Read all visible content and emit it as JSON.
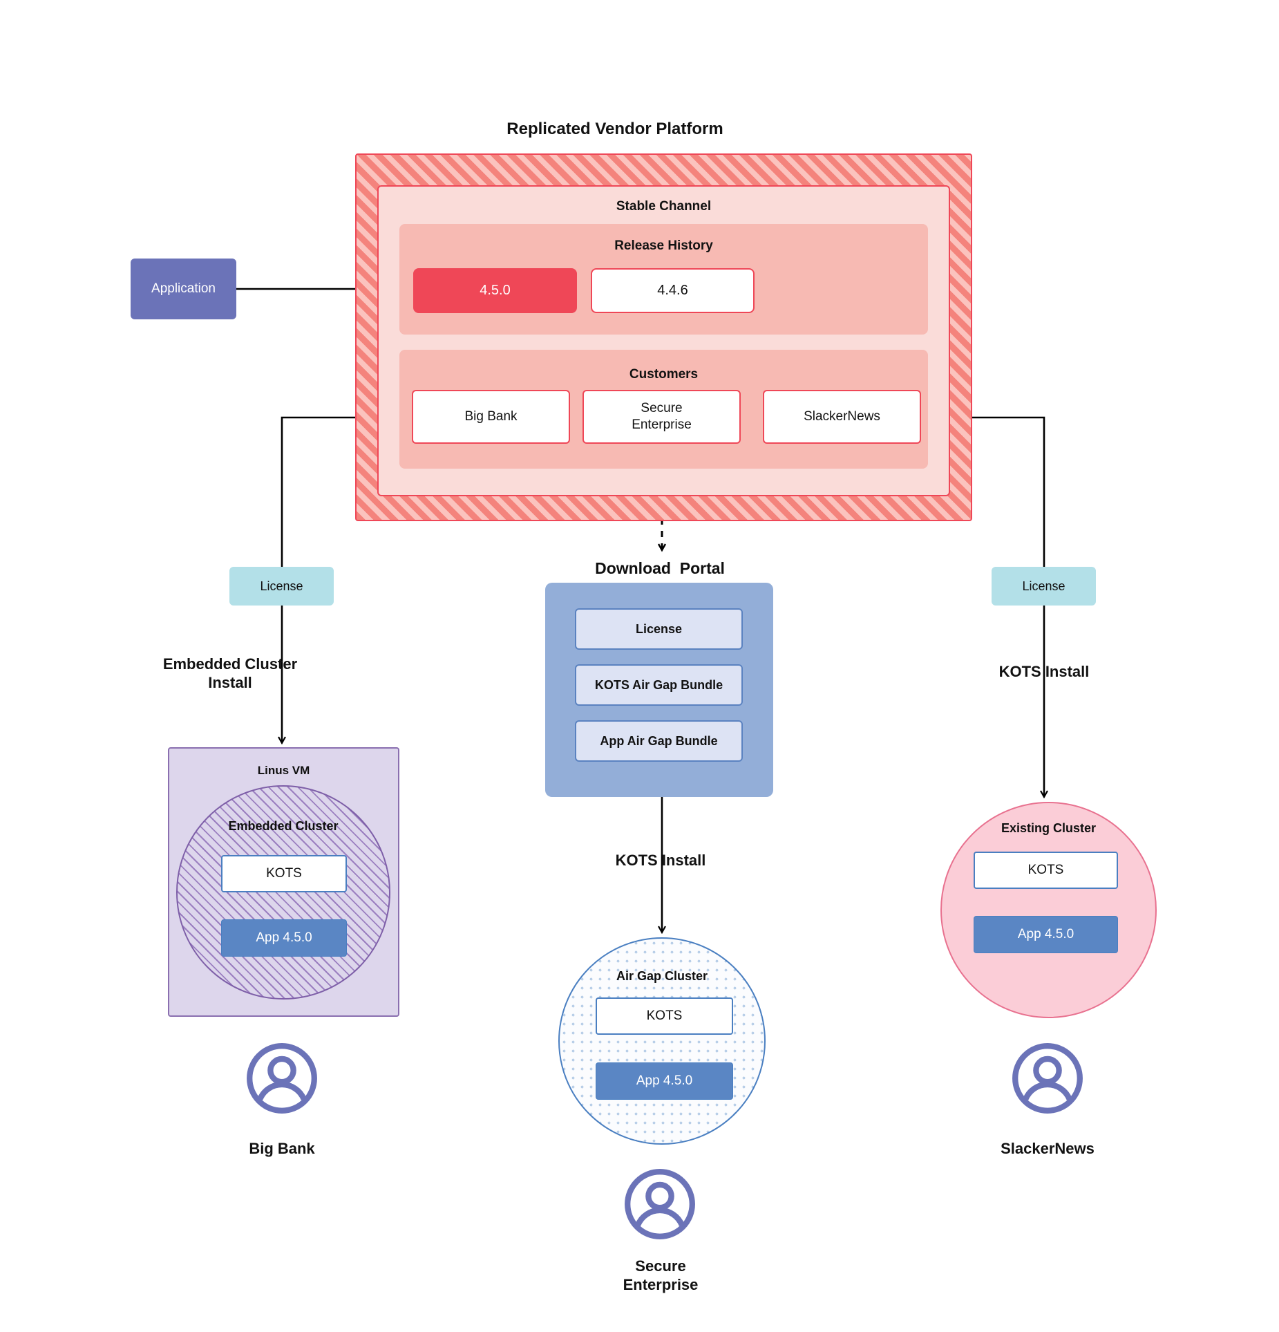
{
  "diagram": {
    "title": "Replicated Vendor Platform",
    "platform": {
      "channel_title": "Stable Channel",
      "release_history": {
        "title": "Release History",
        "releases": [
          {
            "version": "4.5.0",
            "state": "current"
          },
          {
            "version": "4.4.6",
            "state": "previous"
          }
        ]
      },
      "customers": {
        "title": "Customers",
        "items": [
          {
            "name": "Big Bank"
          },
          {
            "name": "Secure\nEnterprise"
          },
          {
            "name": "SlackerNews"
          }
        ]
      }
    },
    "application": {
      "label": "Application"
    },
    "licenses": {
      "left": "License",
      "right": "License"
    },
    "flow_labels": {
      "embedded_cluster_install": "Embedded Cluster\nInstall",
      "kots_install_right": "KOTS Install",
      "kots_install_center": "KOTS Install"
    },
    "download_portal": {
      "title": "Download  Portal",
      "items": [
        {
          "label": "License"
        },
        {
          "label": "KOTS Air Gap Bundle"
        },
        {
          "label": "App Air Gap Bundle"
        }
      ]
    },
    "left_deployment": {
      "host_label": "Linus VM",
      "cluster_label": "Embedded Cluster",
      "kots_label": "KOTS",
      "app_label": "App 4.5.0",
      "customer_name": "Big Bank"
    },
    "center_deployment": {
      "cluster_label": "Air Gap Cluster",
      "kots_label": "KOTS",
      "app_label": "App 4.5.0",
      "customer_name": "Secure\nEnterprise"
    },
    "right_deployment": {
      "cluster_label": "Existing Cluster",
      "kots_label": "KOTS",
      "app_label": "App 4.5.0",
      "customer_name": "SlackerNews"
    },
    "icons": {
      "user": "user-avatar-icon"
    },
    "colors": {
      "platform_hatch": "#f4837c",
      "platform_border": "#ef4757",
      "channel_fill": "#fadcd9",
      "panel_fill": "#f7bab3",
      "release_current": "#ef4757",
      "application_fill": "#6b73b8",
      "license_fill": "#b3e0e8",
      "portal_fill": "#93aed8",
      "portal_item_fill": "#dde3f4",
      "vm_fill": "#ddd6ec",
      "vm_border": "#8a6fb0",
      "airgap_border": "#4a7fc1",
      "existing_fill": "#fbcdd7",
      "existing_border": "#e8718f",
      "app_chip_fill": "#5a86c4",
      "avatar_color": "#6b73b8"
    }
  }
}
